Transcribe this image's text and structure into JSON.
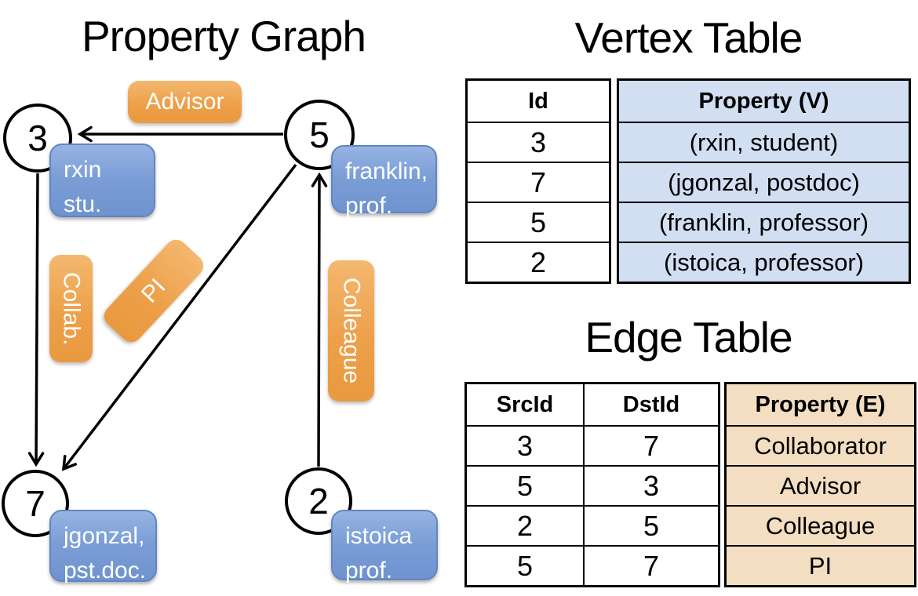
{
  "titles": {
    "graph": "Property Graph",
    "vertex_table": "Vertex Table",
    "edge_table": "Edge Table"
  },
  "graph": {
    "nodes": [
      {
        "id": "3",
        "label": "rxin\nstu."
      },
      {
        "id": "5",
        "label": "franklin,\nprof."
      },
      {
        "id": "7",
        "label": "jgonzal,\npst.doc."
      },
      {
        "id": "2",
        "label": "istoica\nprof."
      }
    ],
    "edge_labels": {
      "advisor": "Advisor",
      "collab": "Collab.",
      "pi": "PI",
      "colleague": "Colleague"
    },
    "edges": [
      {
        "from": "5",
        "to": "3",
        "label": "Advisor"
      },
      {
        "from": "3",
        "to": "7",
        "label": "Collab."
      },
      {
        "from": "5",
        "to": "7",
        "label": "PI"
      },
      {
        "from": "2",
        "to": "5",
        "label": "Colleague"
      }
    ]
  },
  "vertex_table": {
    "headers": {
      "id": "Id",
      "property": "Property (V)"
    },
    "rows": [
      {
        "id": "3",
        "property": "(rxin, student)"
      },
      {
        "id": "7",
        "property": "(jgonzal, postdoc)"
      },
      {
        "id": "5",
        "property": "(franklin, professor)"
      },
      {
        "id": "2",
        "property": "(istoica, professor)"
      }
    ]
  },
  "edge_table": {
    "headers": {
      "src": "SrcId",
      "dst": "DstId",
      "property": "Property (E)"
    },
    "rows": [
      {
        "src": "3",
        "dst": "7",
        "property": "Collaborator"
      },
      {
        "src": "5",
        "dst": "3",
        "property": "Advisor"
      },
      {
        "src": "2",
        "dst": "5",
        "property": "Colleague"
      },
      {
        "src": "5",
        "dst": "7",
        "property": "PI"
      }
    ]
  },
  "colors": {
    "vertex_property_fill": "#d2dff2",
    "edge_property_fill": "#f4dec1",
    "label_orange": "#eda04a",
    "label_blue": "#7c9ed7",
    "line_black": "#000000"
  }
}
